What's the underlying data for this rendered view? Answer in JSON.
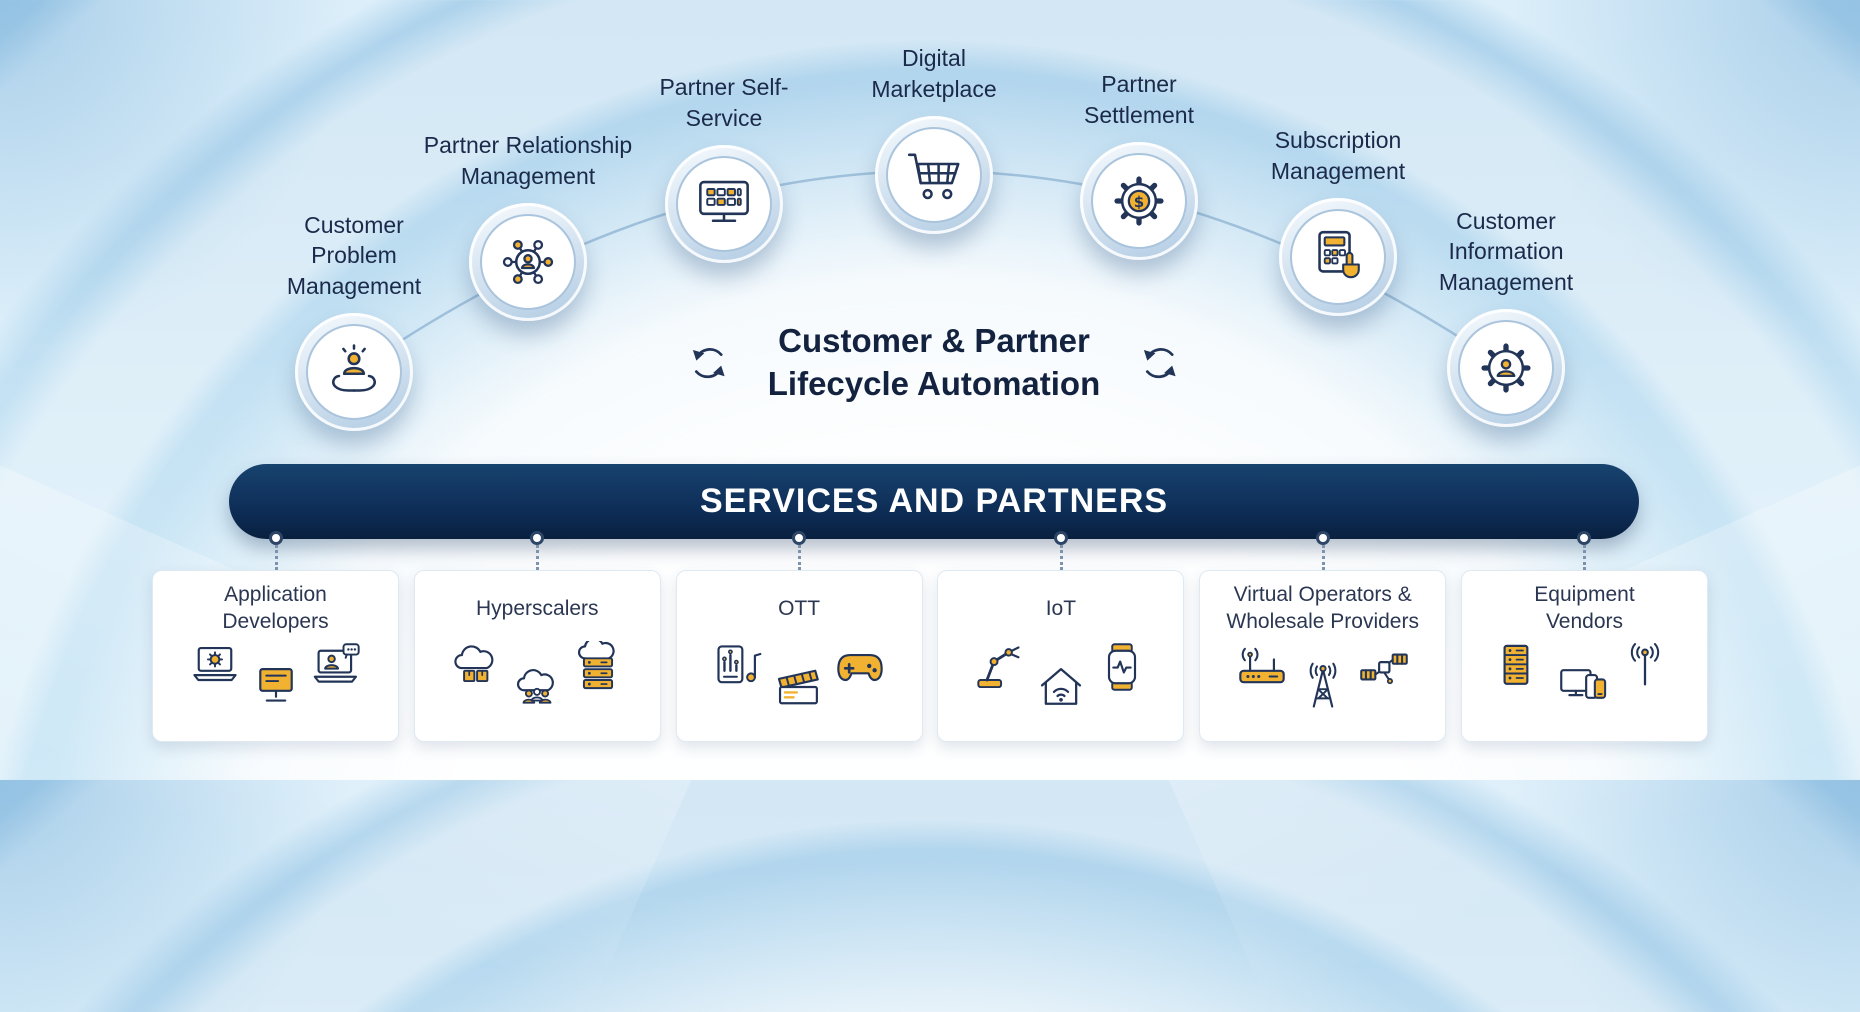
{
  "center": {
    "title": "Customer & Partner\nLifecycle Automation",
    "left_icon": "cycle-arrows-icon",
    "right_icon": "cycle-arrows-icon"
  },
  "arc": {
    "nodes": [
      {
        "label": "Customer Problem Management",
        "icon": "hands-holding-person-icon"
      },
      {
        "label": "Partner Relationship Management",
        "icon": "people-network-icon"
      },
      {
        "label": "Partner Self-Service",
        "icon": "dashboard-screen-icon"
      },
      {
        "label": "Digital Marketplace",
        "icon": "shopping-cart-icon"
      },
      {
        "label": "Partner Settlement",
        "icon": "gear-dollar-icon"
      },
      {
        "label": "Subscription Management",
        "icon": "calculator-hand-icon"
      },
      {
        "label": "Customer Information Management",
        "icon": "gear-person-icon"
      }
    ]
  },
  "banner": {
    "label": "SERVICES AND PARTNERS"
  },
  "partners": [
    {
      "label": "Application Developers",
      "icons": [
        "laptop-gear-icon",
        "monitor-icon",
        "laptop-person-chat-icon"
      ]
    },
    {
      "label": "Hyperscalers",
      "icons": [
        "cloud-packages-icon",
        "cloud-people-icon",
        "cloud-servers-icon"
      ]
    },
    {
      "label": "OTT",
      "icons": [
        "media-player-icon",
        "clapperboard-icon",
        "game-controller-icon"
      ]
    },
    {
      "label": "IoT",
      "icons": [
        "robot-arm-icon",
        "smart-home-icon",
        "smartwatch-icon"
      ]
    },
    {
      "label": "Virtual Operators & Wholesale Providers",
      "icons": [
        "wifi-router-icon",
        "radio-tower-icon",
        "satellite-icon"
      ]
    },
    {
      "label": "Equipment Vendors",
      "icons": [
        "server-rack-icon",
        "monitor-phone-icon",
        "antenna-signal-icon"
      ]
    }
  ],
  "colors": {
    "background_blue": "#c6e3f4",
    "banner_navy": "#0d2c55",
    "accent_yellow": "#f2b231",
    "ink_navy": "#223457",
    "card_background": "#ffffff"
  }
}
